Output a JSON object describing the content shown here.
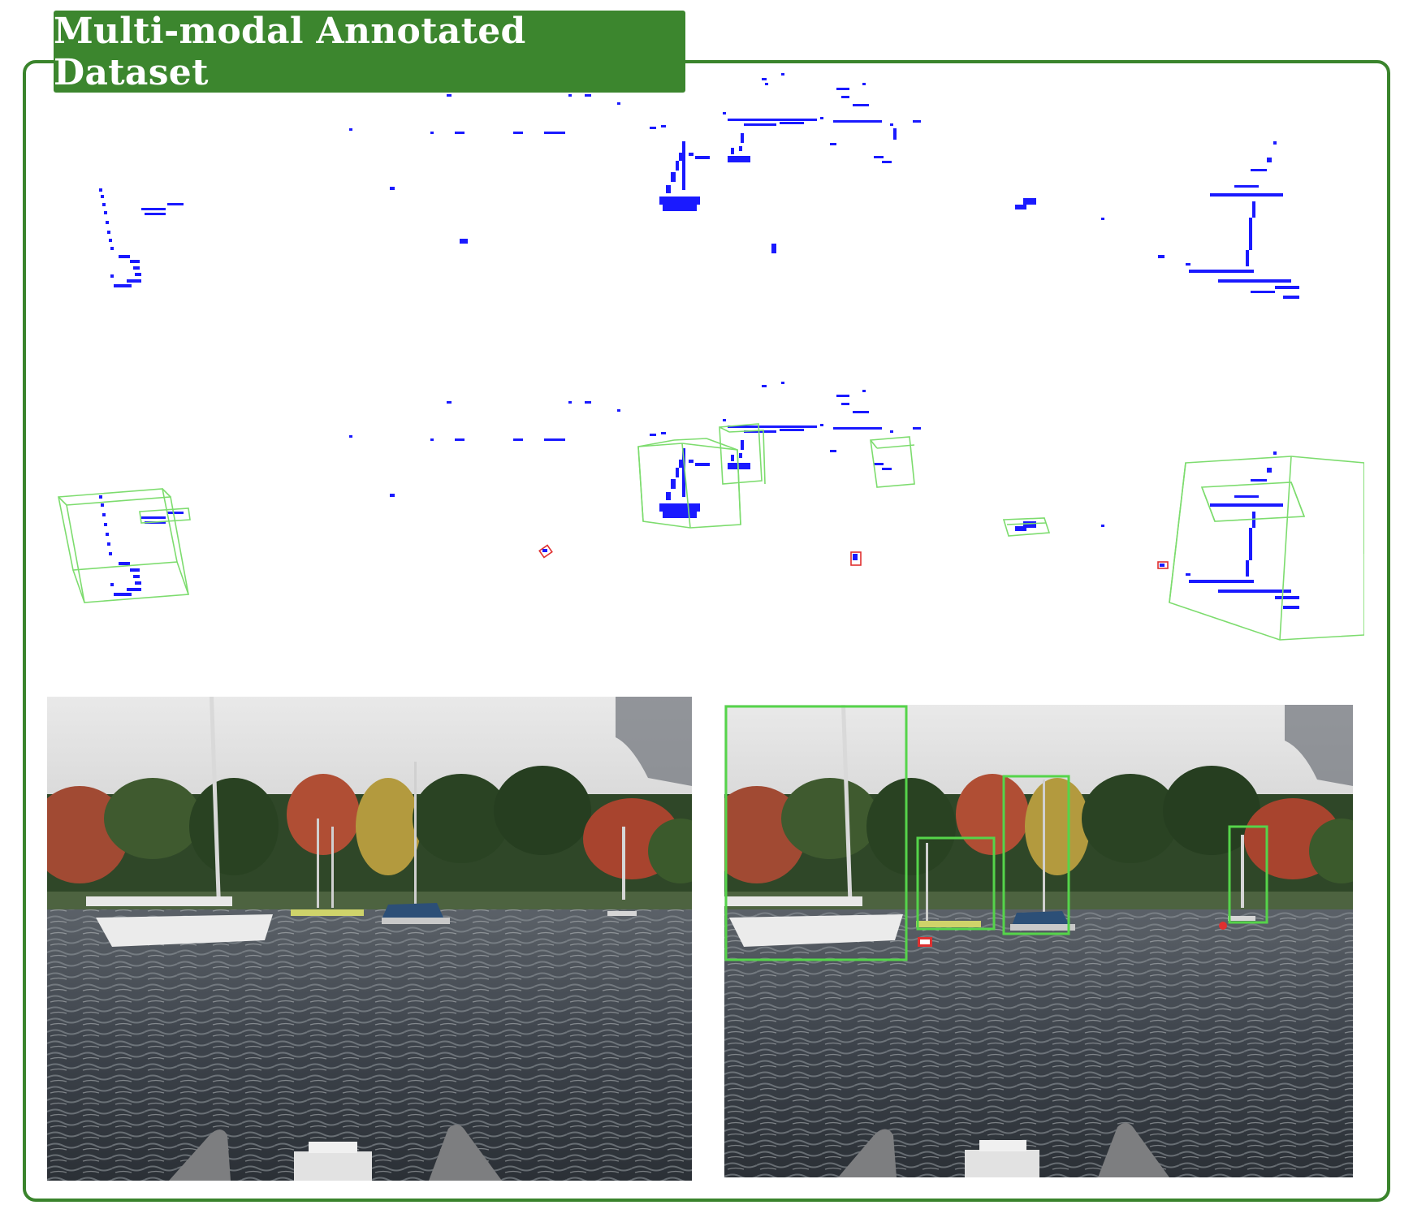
{
  "header": {
    "title": "Multi-modal Annotated Dataset"
  },
  "colors": {
    "accent_green": "#3c862e",
    "point_cloud_blue": "#1a1aff",
    "box_green": "#7ddc6e",
    "box_red": "#e03030",
    "photo_box_green": "#55d44a"
  },
  "panels": {
    "lidar_raw": "raw-point-cloud",
    "lidar_annotated": "annotated-point-cloud",
    "camera_raw": "raw-camera-image",
    "camera_annotated": "annotated-camera-image"
  }
}
